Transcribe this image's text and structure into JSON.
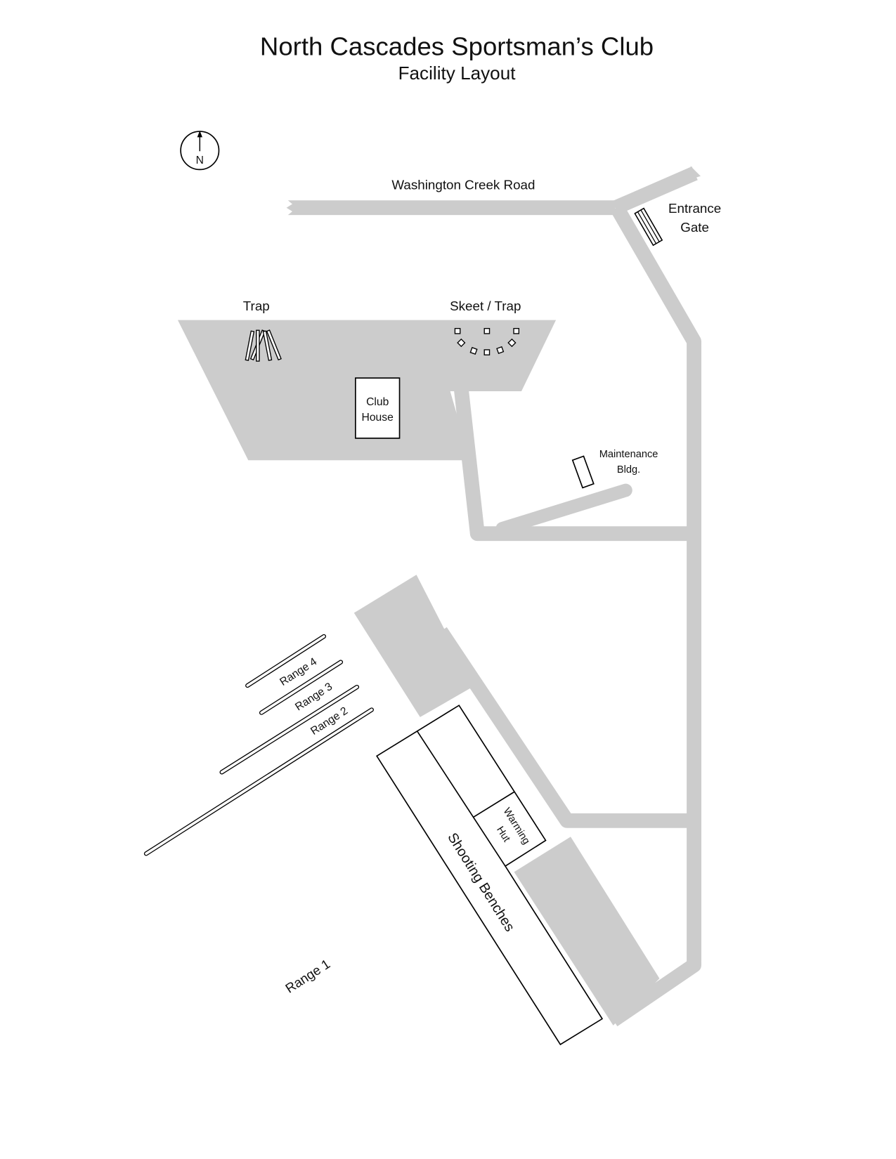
{
  "header": {
    "title": "North Cascades Sportsman’s Club",
    "subtitle": "Facility Layout"
  },
  "compass": {
    "label": "N"
  },
  "labels": {
    "road": "Washington Creek Road",
    "entrance_line1": "Entrance",
    "entrance_line2": "Gate",
    "trap": "Trap",
    "skeet_trap": "Skeet / Trap",
    "club_line1": "Club",
    "club_line2": "House",
    "maint_line1": "Maintenance",
    "maint_line2": "Bldg.",
    "range4": "Range 4",
    "range3": "Range 3",
    "range2": "Range 2",
    "range1": "Range 1",
    "warming_line1": "Warming",
    "warming_line2": "Hut",
    "benches": "Shooting Benches"
  },
  "colors": {
    "area": "#cccccc",
    "outline": "#000000"
  }
}
